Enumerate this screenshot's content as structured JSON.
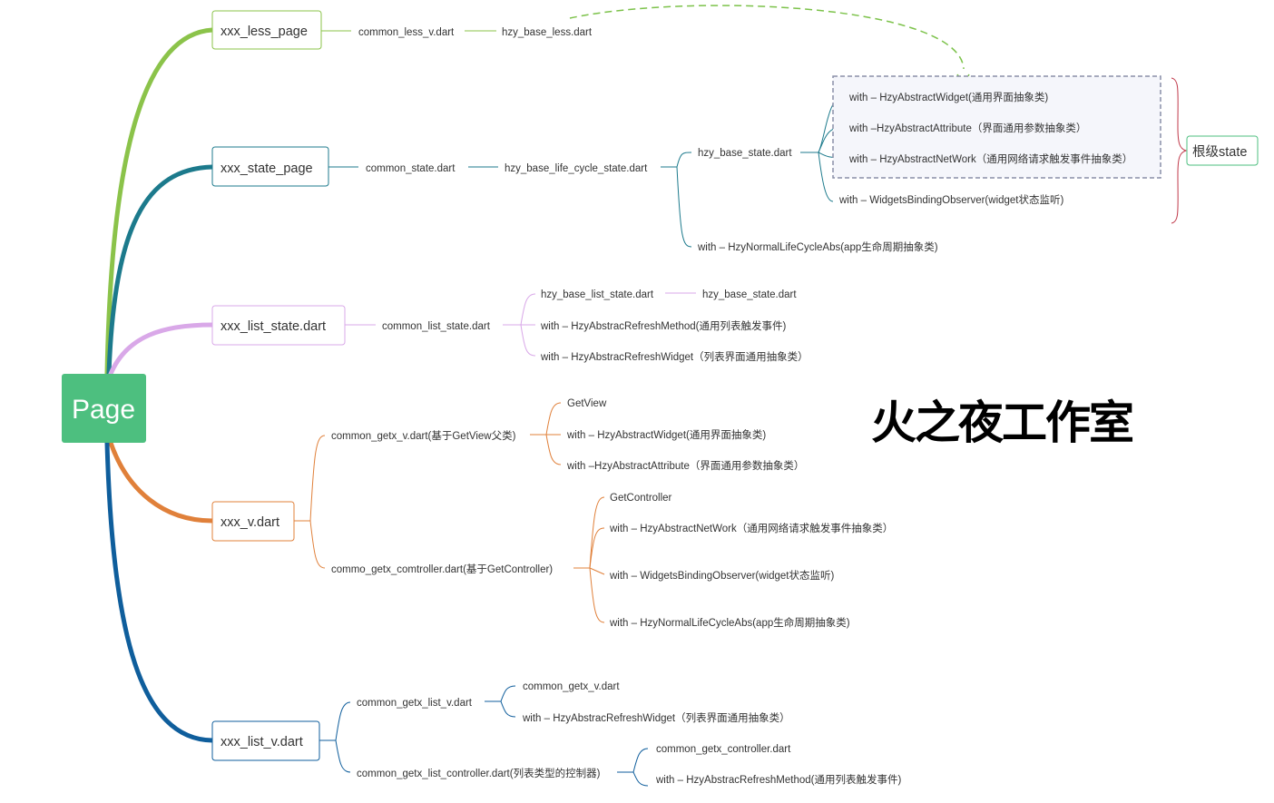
{
  "colors": {
    "root_fill": "#4dbf7f",
    "less": "#8bc34a",
    "state": "#1c7a8c",
    "list_state": "#d9a8e8",
    "v": "#e0803a",
    "list_v": "#0f5e9c",
    "group_bracket": "#c0394a",
    "dashed_arrow": "#7cc24a",
    "group_box_fill": "#f5f6fb",
    "group_box_border": "#8a8fa8"
  },
  "root": {
    "label": "Page"
  },
  "watermark": "火之夜工作室",
  "group_label": "根级state",
  "branches": {
    "less": {
      "page": "xxx_less_page",
      "common": "common_less_v.dart",
      "base": "hzy_base_less.dart"
    },
    "state": {
      "page": "xxx_state_page",
      "common": "common_state.dart",
      "life": "hzy_base_life_cycle_state.dart",
      "base_state": "hzy_base_state.dart",
      "mixins": [
        "with – HzyAbstractWidget(通用界面抽象类)",
        "with –HzyAbstractAttribute（界面通用参数抽象类）",
        "with – HzyAbstractNetWork（通用网络请求触发事件抽象类）"
      ],
      "observer": "with – WidgetsBindingObserver(widget状态监听)",
      "normal_lifecycle": "with – HzyNormalLifeCycleAbs(app生命周期抽象类)"
    },
    "list_state": {
      "page": "xxx_list_state.dart",
      "common": "common_list_state.dart",
      "children": [
        "hzy_base_list_state.dart",
        "with – HzyAbstracRefreshMethod(通用列表触发事件)",
        "with – HzyAbstracRefreshWidget（列表界面通用抽象类）"
      ],
      "base_state": "hzy_base_state.dart"
    },
    "v": {
      "page": "xxx_v.dart",
      "getx_v": "common_getx_v.dart(基于GetView父类)",
      "getx_v_children": [
        "GetView",
        "with – HzyAbstractWidget(通用界面抽象类)",
        "with –HzyAbstractAttribute（界面通用参数抽象类）"
      ],
      "controller": "commo_getx_comtroller.dart(基于GetController)",
      "controller_children": [
        "GetController",
        "with – HzyAbstractNetWork（通用网络请求触发事件抽象类）",
        "with – WidgetsBindingObserver(widget状态监听)",
        "with – HzyNormalLifeCycleAbs(app生命周期抽象类)"
      ]
    },
    "list_v": {
      "page": "xxx_list_v.dart",
      "list_v": "common_getx_list_v.dart",
      "list_v_children": [
        "common_getx_v.dart",
        "with – HzyAbstracRefreshWidget（列表界面通用抽象类）"
      ],
      "list_controller": "common_getx_list_controller.dart(列表类型的控制器)",
      "list_controller_children": [
        "common_getx_controller.dart",
        "with – HzyAbstracRefreshMethod(通用列表触发事件)"
      ]
    }
  }
}
